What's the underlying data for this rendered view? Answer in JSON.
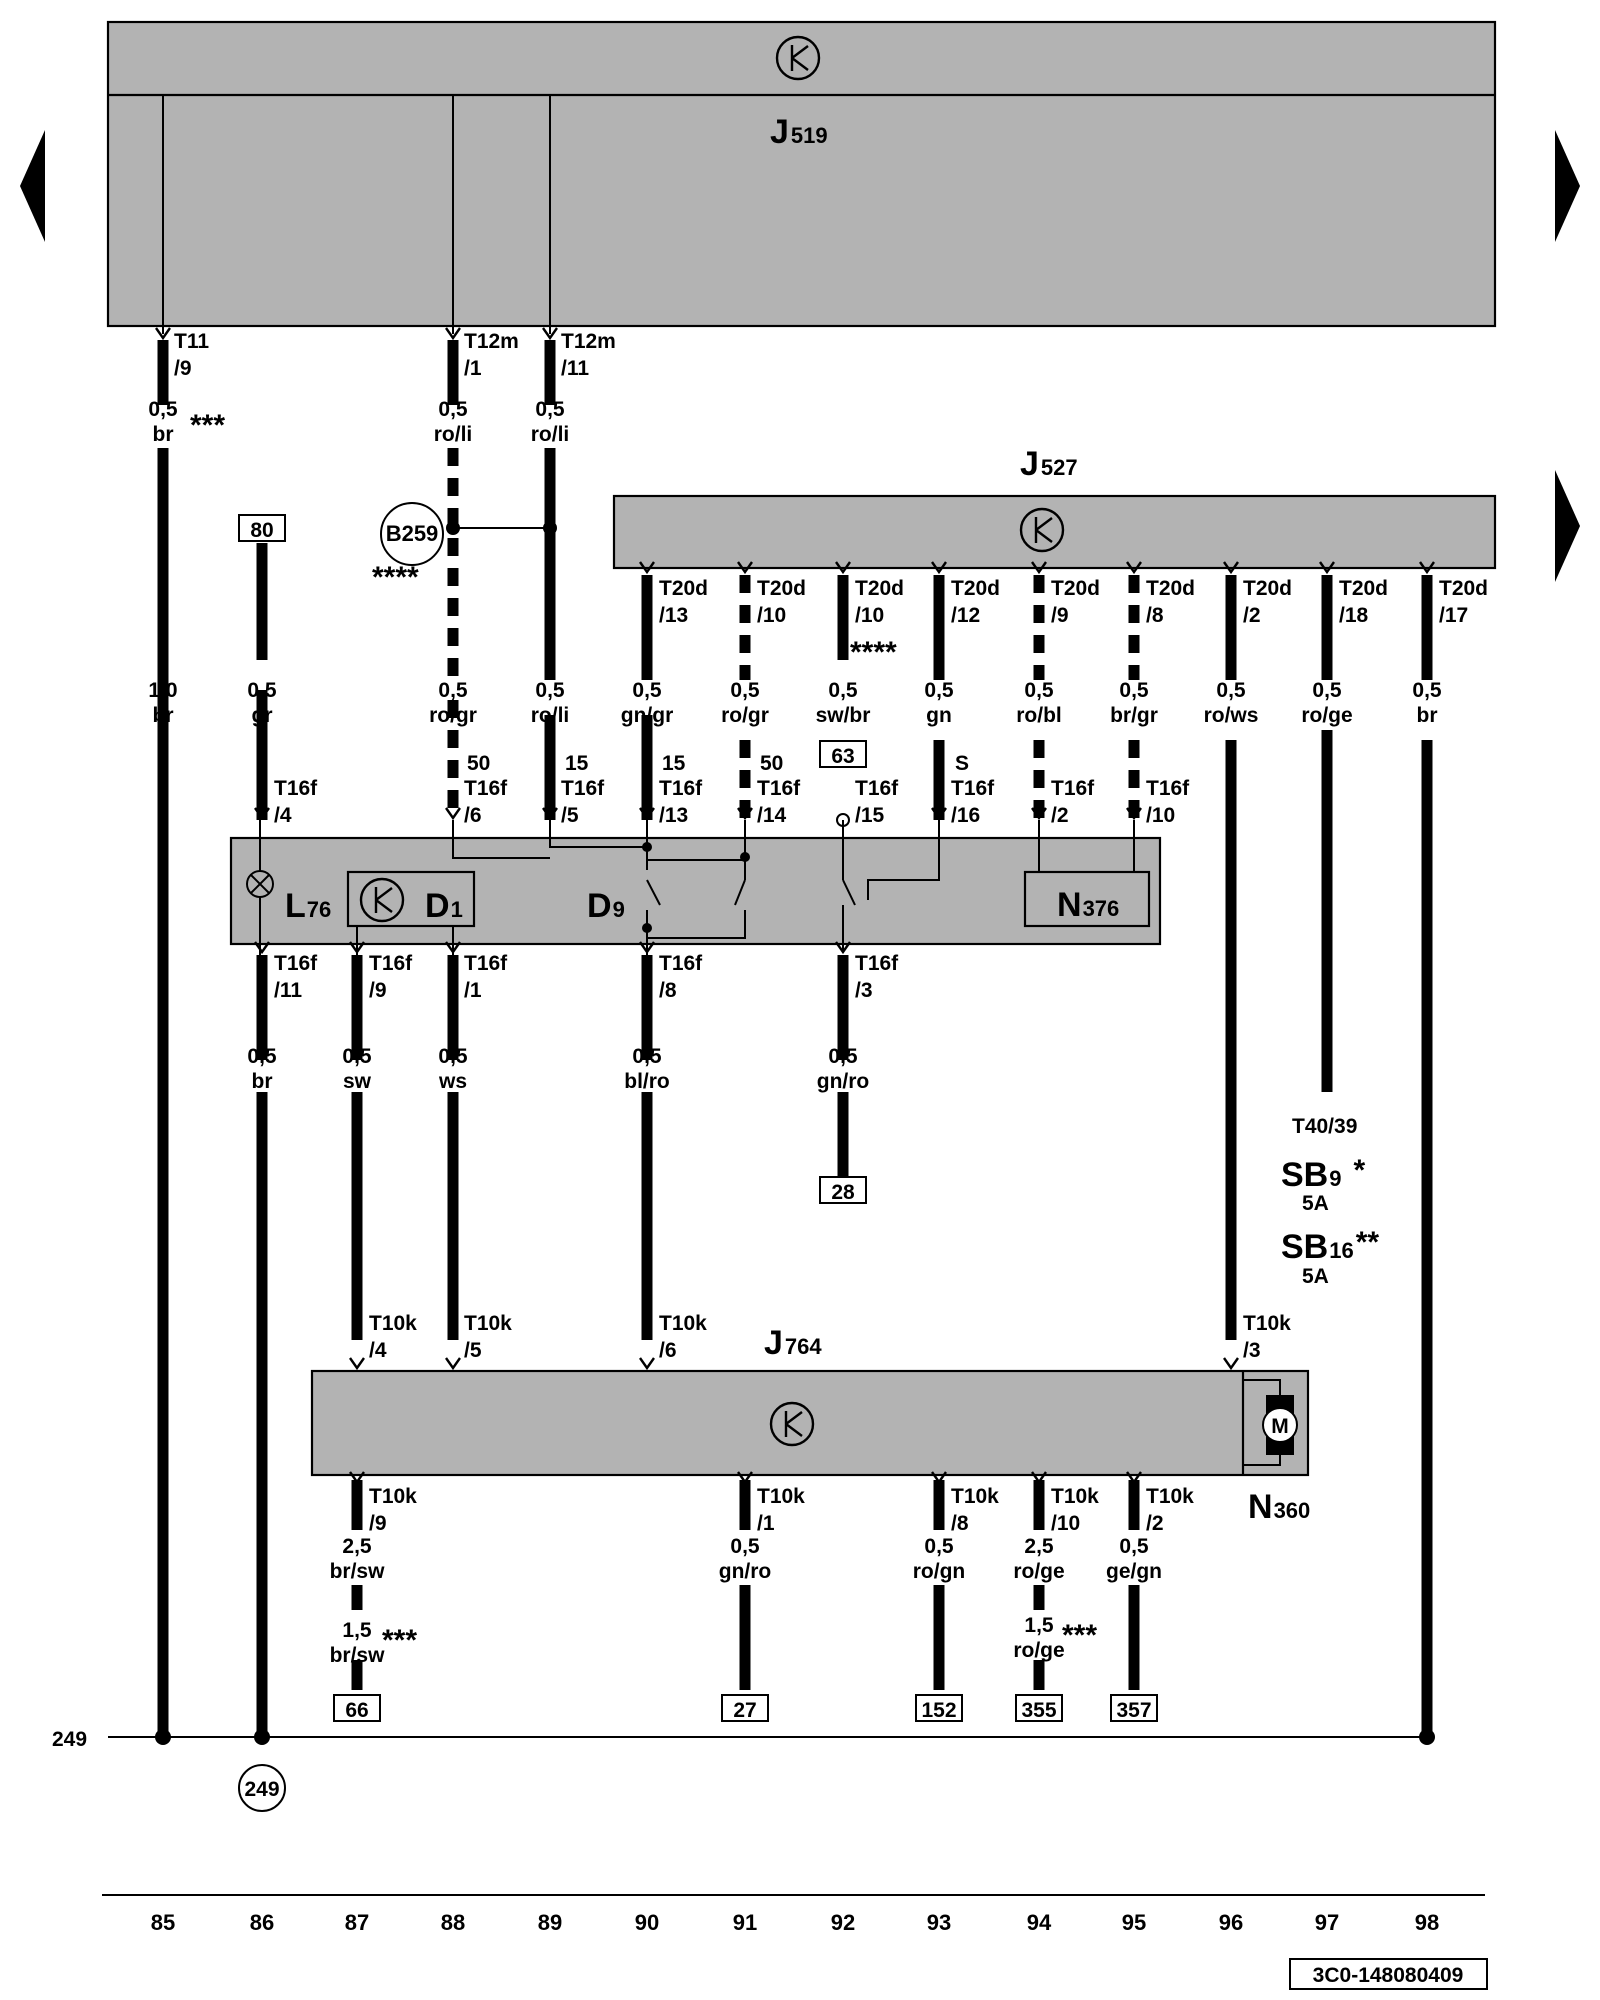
{
  "components": {
    "j519": {
      "name": "J",
      "sub": "519"
    },
    "j527": {
      "name": "J",
      "sub": "527"
    },
    "j764": {
      "name": "J",
      "sub": "764"
    },
    "l76": {
      "name": "L",
      "sub": "76"
    },
    "d1": {
      "name": "D",
      "sub": "1"
    },
    "d9": {
      "name": "D",
      "sub": "9"
    },
    "n376": {
      "name": "N",
      "sub": "376"
    },
    "n360": {
      "name": "N",
      "sub": "360"
    },
    "b259": {
      "name": "B259"
    },
    "motor": {
      "name": "M"
    }
  },
  "connectors": {
    "t11_9": [
      "T11",
      "/9"
    ],
    "t12m_1": [
      "T12m",
      "/1"
    ],
    "t12m_11": [
      "T12m",
      "/11"
    ],
    "t20d_13": [
      "T20d",
      "/13"
    ],
    "t20d_10a": [
      "T20d",
      "/10"
    ],
    "t20d_10b": [
      "T20d",
      "/10"
    ],
    "t20d_12": [
      "T20d",
      "/12"
    ],
    "t20d_9": [
      "T20d",
      "/9"
    ],
    "t20d_8": [
      "T20d",
      "/8"
    ],
    "t20d_2": [
      "T20d",
      "/2"
    ],
    "t20d_18": [
      "T20d",
      "/18"
    ],
    "t20d_17": [
      "T20d",
      "/17"
    ],
    "t16f_4": [
      "T16f",
      "/4"
    ],
    "t16f_6": [
      "T16f",
      "/6"
    ],
    "t16f_5": [
      "T16f",
      "/5"
    ],
    "t16f_13": [
      "T16f",
      "/13"
    ],
    "t16f_14": [
      "T16f",
      "/14"
    ],
    "t16f_15": [
      "T16f",
      "/15"
    ],
    "t16f_16": [
      "T16f",
      "/16"
    ],
    "t16f_2": [
      "T16f",
      "/2"
    ],
    "t16f_10": [
      "T16f",
      "/10"
    ],
    "t16f_11": [
      "T16f",
      "/11"
    ],
    "t16f_9": [
      "T16f",
      "/9"
    ],
    "t16f_1": [
      "T16f",
      "/1"
    ],
    "t16f_8": [
      "T16f",
      "/8"
    ],
    "t16f_3": [
      "T16f",
      "/3"
    ],
    "t10k_4": [
      "T10k",
      "/4"
    ],
    "t10k_5": [
      "T10k",
      "/5"
    ],
    "t10k_6": [
      "T10k",
      "/6"
    ],
    "t10k_3": [
      "T10k",
      "/3"
    ],
    "t10k_9": [
      "T10k",
      "/9"
    ],
    "t10k_1": [
      "T10k",
      "/1"
    ],
    "t10k_8": [
      "T10k",
      "/8"
    ],
    "t10k_10": [
      "T10k",
      "/10"
    ],
    "t10k_2": [
      "T10k",
      "/2"
    ]
  },
  "terminals": {
    "t50a": "50",
    "t15a": "15",
    "t15b": "15",
    "t50b": "50",
    "ts": "S"
  },
  "wires": {
    "w85a": [
      "0,5",
      "br"
    ],
    "w88a": [
      "0,5",
      "ro/li"
    ],
    "w89a": [
      "0,5",
      "ro/li"
    ],
    "w85b": [
      "1,0",
      "br"
    ],
    "w86a": [
      "0,5",
      "gr"
    ],
    "w88b": [
      "0,5",
      "ro/gr"
    ],
    "w89b": [
      "0,5",
      "ro/li"
    ],
    "w90a": [
      "0,5",
      "gn/gr"
    ],
    "w91a": [
      "0,5",
      "ro/gr"
    ],
    "w92a": [
      "0,5",
      "sw/br"
    ],
    "w93a": [
      "0,5",
      "gn"
    ],
    "w94a": [
      "0,5",
      "ro/bl"
    ],
    "w95a": [
      "0,5",
      "br/gr"
    ],
    "w96a": [
      "0,5",
      "ro/ws"
    ],
    "w97a": [
      "0,5",
      "ro/ge"
    ],
    "w98a": [
      "0,5",
      "br"
    ],
    "w86b": [
      "0,5",
      "br"
    ],
    "w87a": [
      "0,5",
      "sw"
    ],
    "w88c": [
      "0,5",
      "ws"
    ],
    "w90b": [
      "0,5",
      "bl/ro"
    ],
    "w92b": [
      "0,5",
      "gn/ro"
    ],
    "w87b": [
      "2,5",
      "br/sw"
    ],
    "w87c": [
      "1,5",
      "br/sw"
    ],
    "w91b": [
      "0,5",
      "gn/ro"
    ],
    "w93b": [
      "0,5",
      "ro/gn"
    ],
    "w94b": [
      "2,5",
      "ro/ge"
    ],
    "w94c": [
      "1,5",
      "ro/ge"
    ],
    "w95b": [
      "0,5",
      "ge/gn"
    ]
  },
  "stars": {
    "s3a": "***",
    "s4a": "****",
    "s4b": "****",
    "s3b": "***",
    "s3c": "***"
  },
  "refs": {
    "r80": "80",
    "r63": "63",
    "r28": "28",
    "r66": "66",
    "r27": "27",
    "r152": "152",
    "r355": "355",
    "r357": "357"
  },
  "fuses": {
    "t40": "T40/39",
    "sb9": {
      "name": "SB",
      "sub": "9",
      "star": "*",
      "amp": "5A"
    },
    "sb16": {
      "name": "SB",
      "sub": "16",
      "star": "**",
      "amp": "5A"
    }
  },
  "ground": {
    "label": "249",
    "ref": "249"
  },
  "columns": [
    "85",
    "86",
    "87",
    "88",
    "89",
    "90",
    "91",
    "92",
    "93",
    "94",
    "95",
    "96",
    "97",
    "98"
  ],
  "diagram_id": "3C0-148080409"
}
